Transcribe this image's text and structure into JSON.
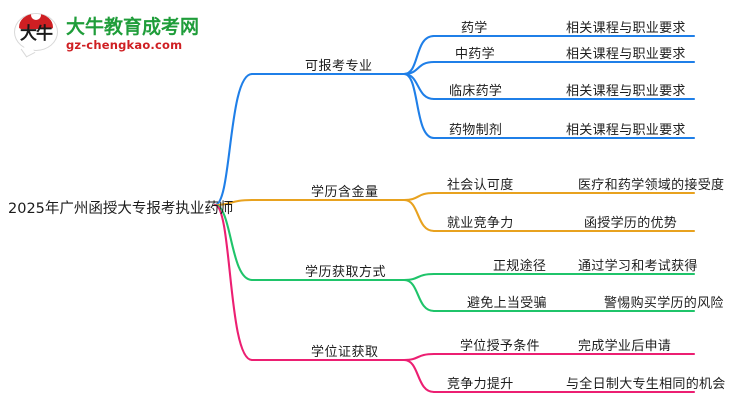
{
  "logo": {
    "mark_text": "大牛",
    "title": "大牛教育成考网",
    "subtitle": "gz-chengkao.com",
    "title_color": "#1f9d3a",
    "subtitle_color": "#cf1f23",
    "cap_color": "#cf1f23"
  },
  "mindmap": {
    "root": "2025年广州函授大专报考执业药师",
    "branches": [
      {
        "label": "可报考专业",
        "color": "#1f7fe8",
        "children": [
          {
            "label": "药学",
            "desc": "相关课程与职业要求"
          },
          {
            "label": "中药学",
            "desc": "相关课程与职业要求"
          },
          {
            "label": "临床药学",
            "desc": "相关课程与职业要求"
          },
          {
            "label": "药物制剂",
            "desc": "相关课程与职业要求"
          }
        ]
      },
      {
        "label": "学历含金量",
        "color": "#e8a21f",
        "children": [
          {
            "label": "社会认可度",
            "desc": "医疗和药学领域的接受度"
          },
          {
            "label": "就业竞争力",
            "desc": "函授学历的优势"
          }
        ]
      },
      {
        "label": "学历获取方式",
        "color": "#1fc46a",
        "children": [
          {
            "label": "正规途径",
            "desc": "通过学习和考试获得"
          },
          {
            "label": "避免上当受骗",
            "desc": "警惕购买学历的风险"
          }
        ]
      },
      {
        "label": "学位证获取",
        "color": "#ec1f72",
        "children": [
          {
            "label": "学位授予条件",
            "desc": "完成学业后申请"
          },
          {
            "label": "竞争力提升",
            "desc": "与全日制大专生相同的机会"
          }
        ]
      }
    ]
  }
}
